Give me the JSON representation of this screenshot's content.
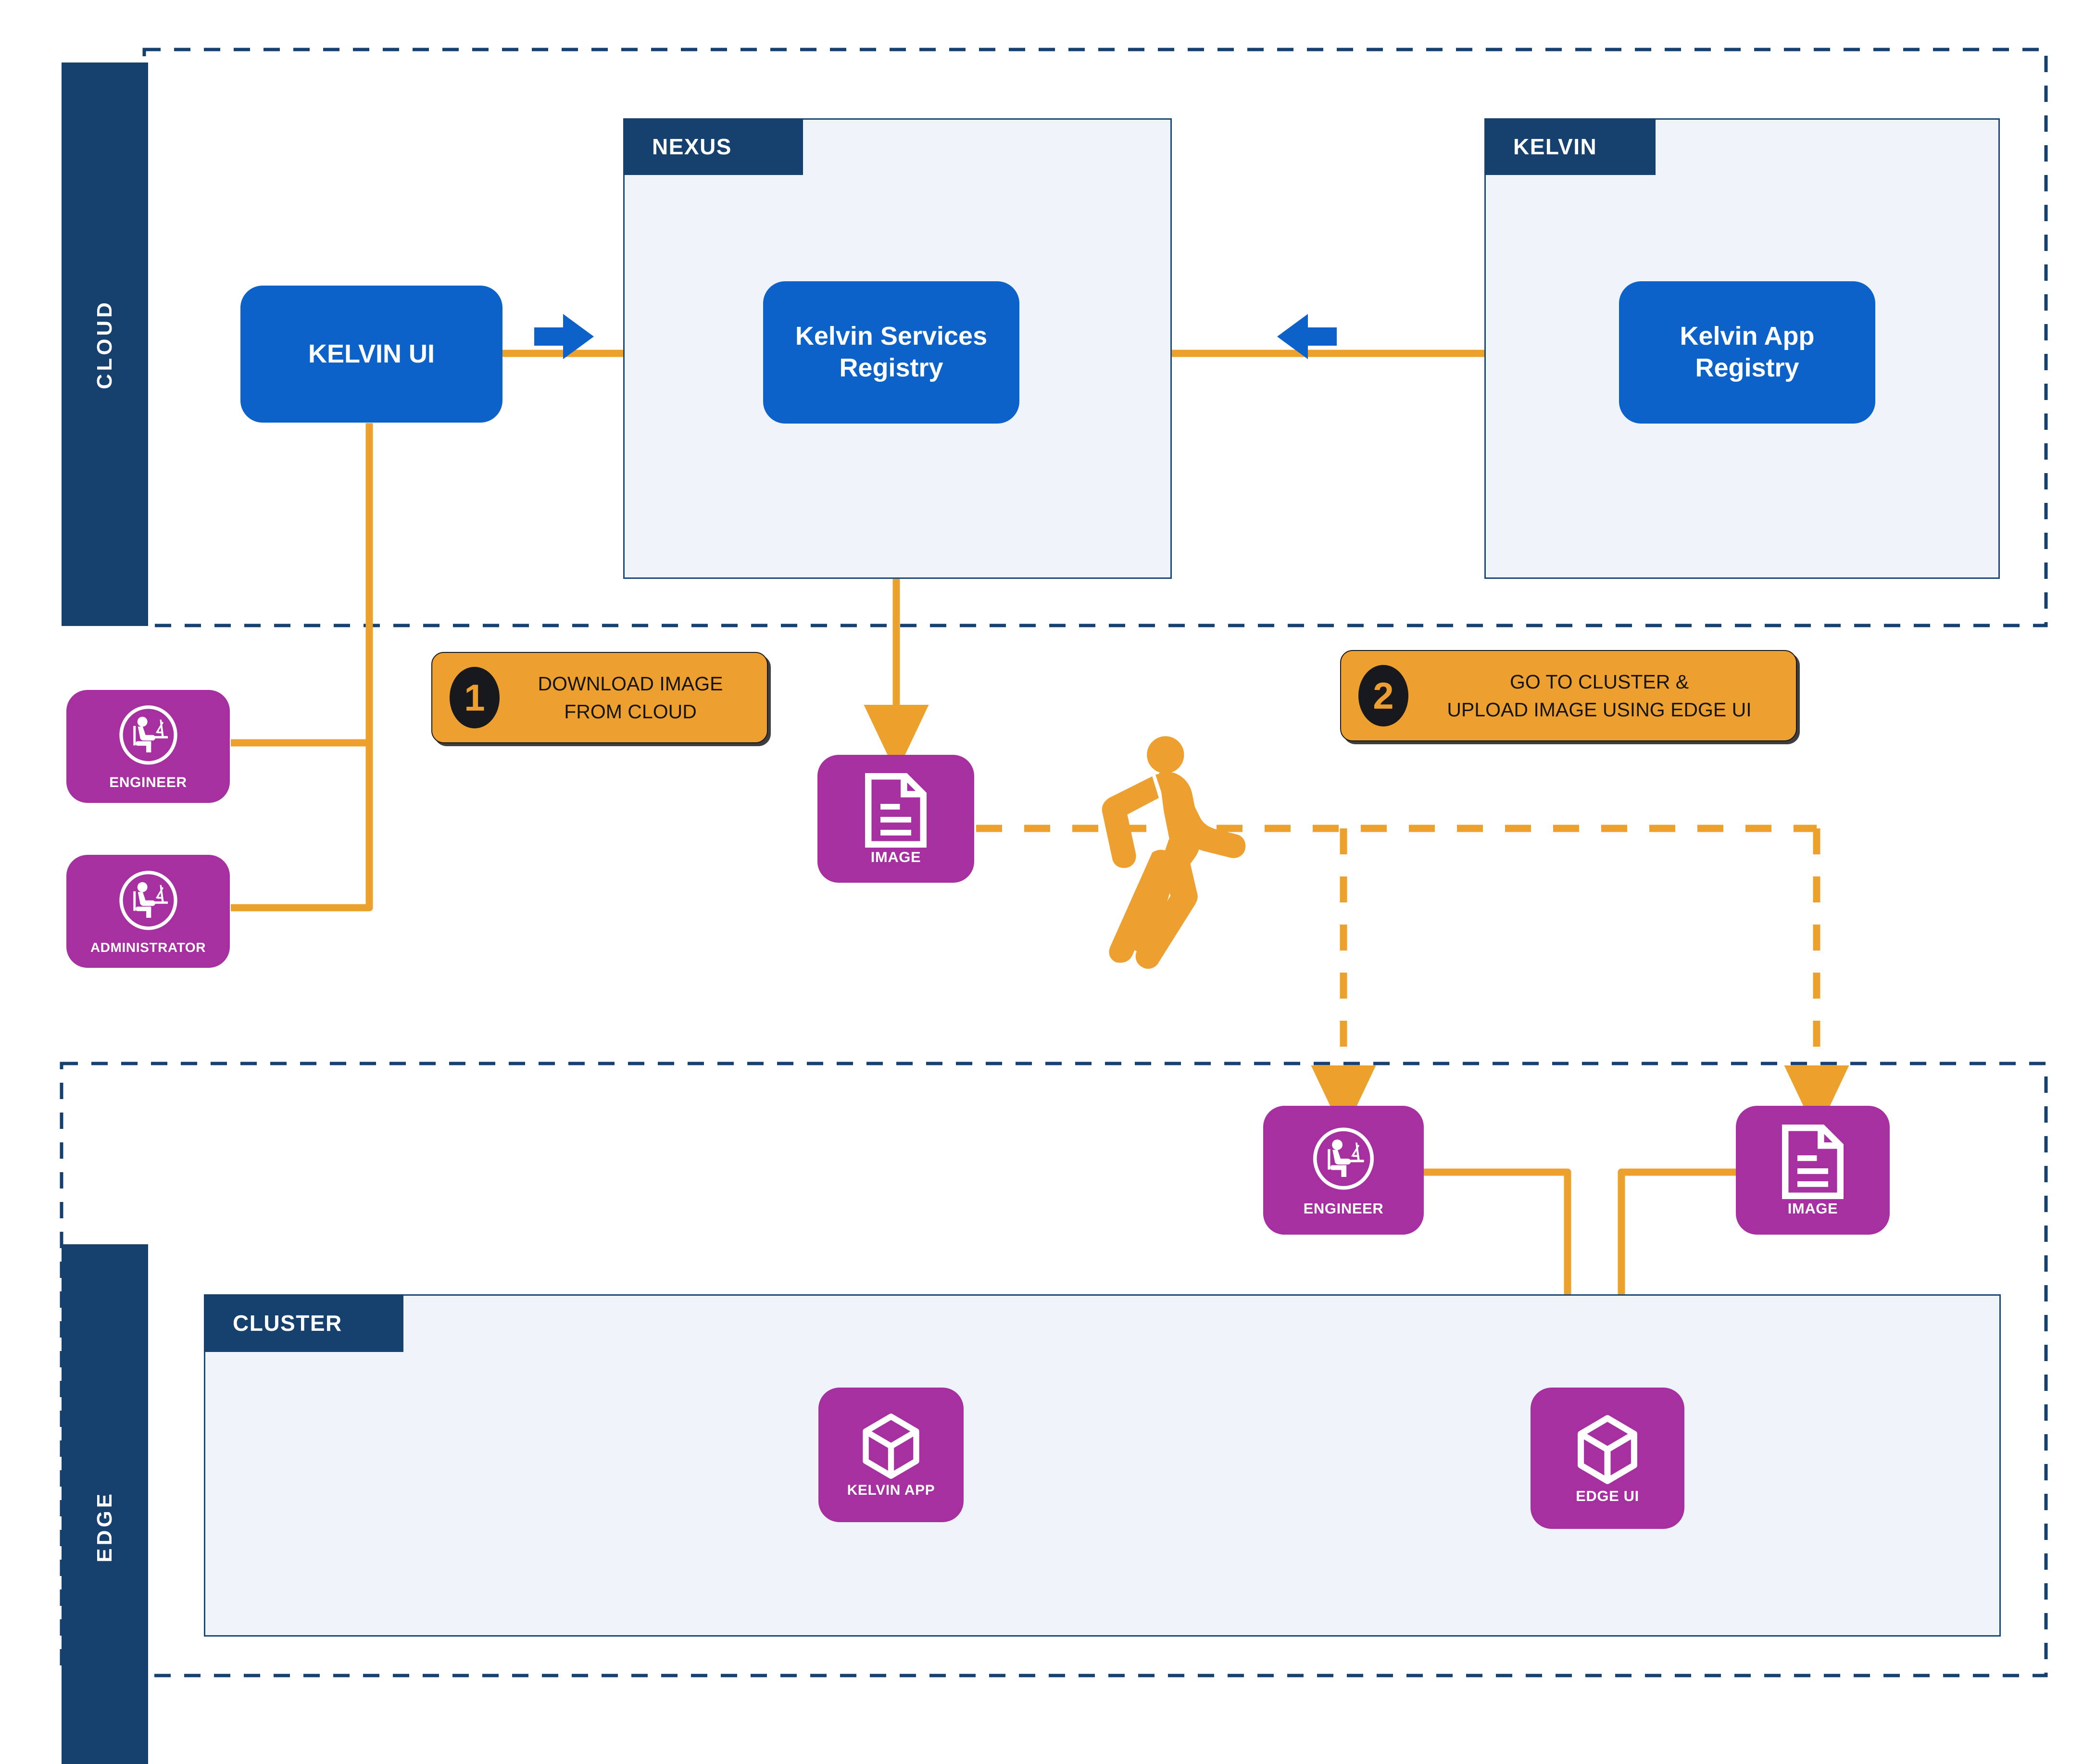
{
  "zones": [
    {
      "id": "cloud",
      "label": "CLOUD"
    },
    {
      "id": "edge",
      "label": "EDGE"
    }
  ],
  "panels": [
    {
      "id": "nexus",
      "label": "NEXUS"
    },
    {
      "id": "kelvin",
      "label": "KELVIN"
    },
    {
      "id": "cluster",
      "label": "CLUSTER"
    }
  ],
  "cloud_nodes": [
    {
      "id": "kelvin-ui",
      "label": "KELVIN UI"
    },
    {
      "id": "kelvin-services-registry",
      "label": "Kelvin Services\nRegistry",
      "line1": "Kelvin Services",
      "line2": "Registry"
    },
    {
      "id": "kelvin-app-registry",
      "label": "Kelvin App\nRegistry",
      "line1": "Kelvin App",
      "line2": "Registry"
    }
  ],
  "actors": [
    {
      "id": "engineer-cloud",
      "label": "ENGINEER",
      "icon": "person-at-desk-icon"
    },
    {
      "id": "administrator-cloud",
      "label": "ADMINISTRATOR",
      "icon": "person-at-desk-icon"
    }
  ],
  "artifacts": [
    {
      "id": "image-cloud",
      "label": "IMAGE",
      "icon": "document-icon"
    },
    {
      "id": "image-edge",
      "label": "IMAGE",
      "icon": "document-icon"
    }
  ],
  "edge_nodes": [
    {
      "id": "engineer-edge",
      "label": "ENGINEER",
      "icon": "person-at-desk-icon"
    },
    {
      "id": "edge-ui",
      "label": "EDGE UI",
      "icon": "cube-icon"
    },
    {
      "id": "kelvin-app",
      "label": "KELVIN APP",
      "icon": "cube-icon"
    }
  ],
  "steps": [
    {
      "id": "step-1",
      "number": "1",
      "line1": "DOWNLOAD IMAGE",
      "line2": "FROM CLOUD"
    },
    {
      "id": "step-2",
      "number": "2",
      "line1": "GO TO CLUSTER &",
      "line2": "UPLOAD IMAGE USING EDGE UI"
    }
  ],
  "walker": {
    "id": "walking-person",
    "icon": "walking-person-icon"
  },
  "colors": {
    "navy": "#16406e",
    "panel_fill": "#eff4fa",
    "panel_border": "#1b4a7a",
    "blue_node": "#0d62c9",
    "purple_node": "#a6309f",
    "orange": "#eda02f",
    "orange_line": "#eda12d",
    "callout_text": "#151515",
    "white": "#ffffff"
  }
}
